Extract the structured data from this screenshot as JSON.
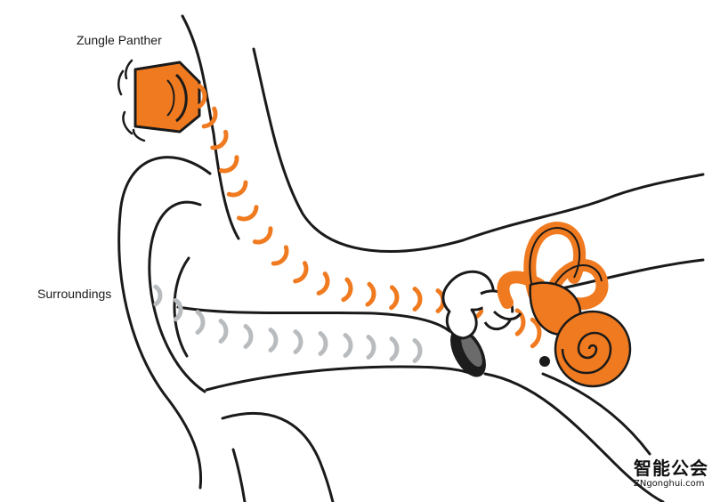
{
  "labels": {
    "device": "Zungle Panther",
    "surroundings": "Surroundings"
  },
  "watermark": {
    "main": "智能公会",
    "sub": "ZNgonghui.com"
  },
  "colors": {
    "accent": "#f07a1f",
    "ambient_wave": "#b9bcbf",
    "outline": "#1a1a1a",
    "eardrum": "#1c1c1c"
  },
  "icons": [
    "bone-conduction-speaker-icon",
    "vibration-lines-icon",
    "cochlea-icon",
    "ossicles-icon",
    "eardrum-icon"
  ]
}
